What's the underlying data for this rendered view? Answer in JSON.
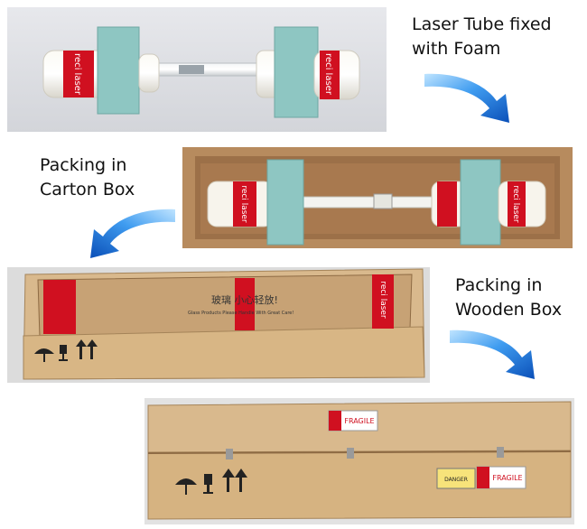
{
  "steps": [
    {
      "caption": [
        "Laser Tube fixed",
        "with Foam"
      ],
      "tube_label": "reci laser"
    },
    {
      "caption": [
        "Packing in",
        "Carton Box"
      ],
      "tube_label": "reci laser"
    },
    {
      "caption": [
        "Packing in",
        "Wooden Box"
      ],
      "box_text": "玻璃 小心轻放!",
      "box_subtext": "Glass Products Please Handle With Great Care!",
      "tape_label": "reci laser"
    },
    {
      "label_fragile": "FRAGILE",
      "label_danger": "DANGER",
      "label_fragile_2": "FRAGILE"
    }
  ],
  "colors": {
    "arrow_light": "#7fc8ff",
    "arrow_dark": "#0a4fb8",
    "foam": "#8ec6c2",
    "tape": "#d01020",
    "cardboard": "#b98d62",
    "wood": "#d9b98d"
  }
}
